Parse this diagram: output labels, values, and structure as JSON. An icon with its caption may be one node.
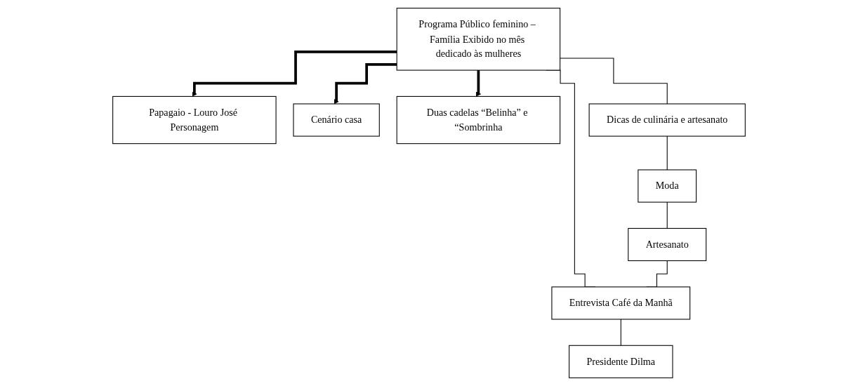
{
  "diagram": {
    "nodes": [
      {
        "text": [
          "Programa Público feminino – Família Exibido no mês dedicado às mulheres"
        ]
      },
      {
        "text": [
          "Papagaio - Louro José Personagem"
        ]
      },
      {
        "text": [
          "Cenário casa"
        ]
      },
      {
        "text": [
          "Duas cadelas “Belinha” e “Sombrinha"
        ]
      },
      {
        "text": [
          "Dicas de culinária e artesanato"
        ]
      },
      {
        "text": [
          "Moda"
        ]
      },
      {
        "text": [
          "Artesanato"
        ]
      },
      {
        "text": [
          "Entrevista Café da Manhã"
        ]
      },
      {
        "text": [
          "Presidente Dilma"
        ]
      }
    ],
    "edges": [
      {
        "from": 0,
        "to": 1,
        "arrow": "to",
        "style": "thick"
      },
      {
        "from": 0,
        "to": 2,
        "arrow": "to",
        "style": "thick"
      },
      {
        "from": 0,
        "to": 3,
        "arrow": "to",
        "style": "thick"
      },
      {
        "from": 0,
        "to": 4,
        "arrow": "none"
      },
      {
        "from": 0,
        "to": 7,
        "arrow": "none"
      },
      {
        "from": 4,
        "to": 5,
        "arrow": "none"
      },
      {
        "from": 5,
        "to": 6,
        "arrow": "none"
      },
      {
        "from": 6,
        "to": 7,
        "arrow": "none"
      },
      {
        "from": 7,
        "to": 8,
        "arrow": "none"
      }
    ]
  }
}
